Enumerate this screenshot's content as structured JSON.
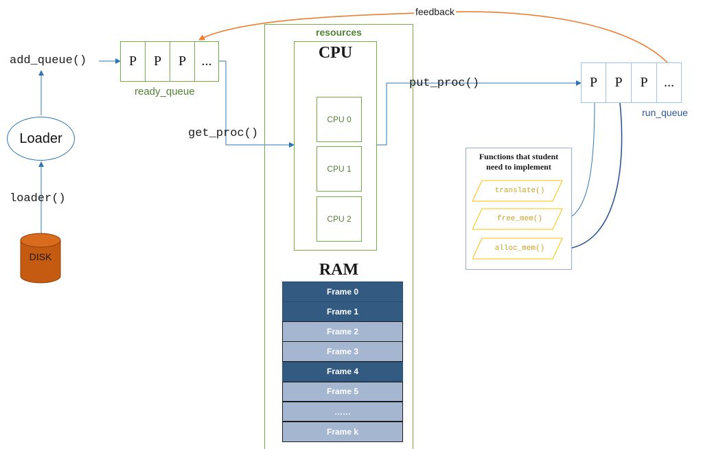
{
  "loader": {
    "add_queue_call": "add_queue()",
    "loader_label": "Loader",
    "loader_call": "loader()",
    "disk_label": "DISK"
  },
  "ready_queue": {
    "cells": [
      "P",
      "P",
      "P",
      "..."
    ],
    "label": "ready_queue"
  },
  "run_queue": {
    "cells": [
      "P",
      "P",
      "P",
      "..."
    ],
    "label": "run_queue"
  },
  "calls": {
    "get_proc": "get_proc()",
    "put_proc": "put_proc()",
    "feedback": "feedback"
  },
  "resources": {
    "title": "resources",
    "cpu_title": "CPU",
    "cpus": [
      "CPU 0",
      "CPU 1",
      "CPU 2"
    ],
    "ram_title": "RAM",
    "frames": [
      {
        "label": "Frame 0",
        "state": "used"
      },
      {
        "label": "Frame 1",
        "state": "used"
      },
      {
        "label": "Frame 2",
        "state": "free"
      },
      {
        "label": "Frame 3",
        "state": "free"
      },
      {
        "label": "Frame 4",
        "state": "used"
      },
      {
        "label": "Frame 5",
        "state": "free"
      },
      {
        "label": "……",
        "state": "free"
      },
      {
        "label": "Frame k",
        "state": "free"
      }
    ]
  },
  "functions": {
    "title_line1": "Functions that student",
    "title_line2": "need to implement",
    "items": [
      "translate()",
      "free_mem()",
      "alloc_mem()"
    ]
  },
  "colors": {
    "green": "#70ad47",
    "green_text": "#538135",
    "blue_line": "#2e75b6",
    "orange": "#ed7d31",
    "disk_fill": "#c55a11",
    "frame_used": "#335b82",
    "frame_free": "#a5b6d0",
    "func_border": "#ffc000"
  }
}
